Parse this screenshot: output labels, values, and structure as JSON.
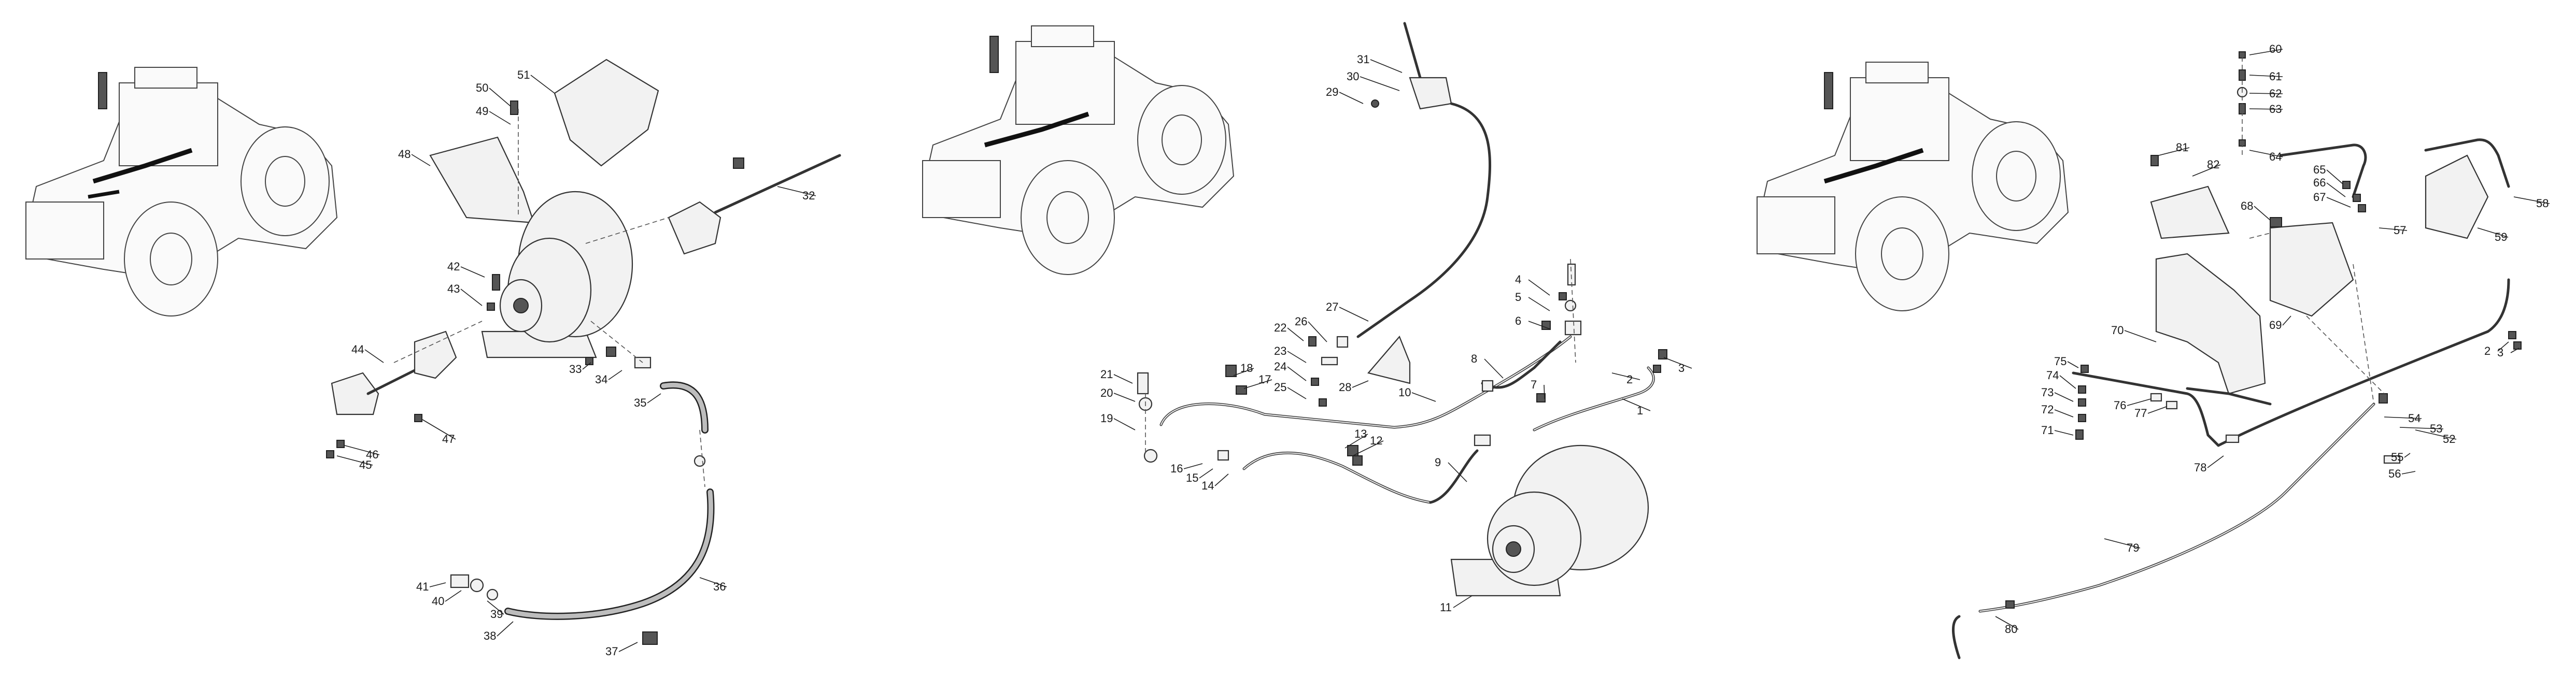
{
  "diagrams": [
    {
      "name": "left-assembly",
      "labels": [
        "32",
        "33",
        "34",
        "35",
        "36",
        "36",
        "37",
        "38",
        "39",
        "40",
        "41",
        "42",
        "43",
        "44",
        "45",
        "46",
        "47",
        "48",
        "49",
        "50",
        "51"
      ]
    },
    {
      "name": "middle-assembly",
      "labels": [
        "1",
        "2",
        "3",
        "4",
        "5",
        "6",
        "7",
        "8",
        "9",
        "10",
        "11",
        "12",
        "13",
        "14",
        "15",
        "16",
        "17",
        "18",
        "19",
        "20",
        "21",
        "22",
        "23",
        "24",
        "25",
        "26",
        "27",
        "28",
        "29",
        "30",
        "31"
      ]
    },
    {
      "name": "right-assembly",
      "labels": [
        "2",
        "3",
        "52",
        "53",
        "54",
        "55",
        "56",
        "57",
        "58",
        "59",
        "60",
        "61",
        "62",
        "63",
        "64",
        "65",
        "66",
        "67",
        "68",
        "69",
        "70",
        "71",
        "72",
        "73",
        "74",
        "75",
        "76",
        "77",
        "78",
        "79",
        "80",
        "81",
        "82"
      ]
    }
  ]
}
